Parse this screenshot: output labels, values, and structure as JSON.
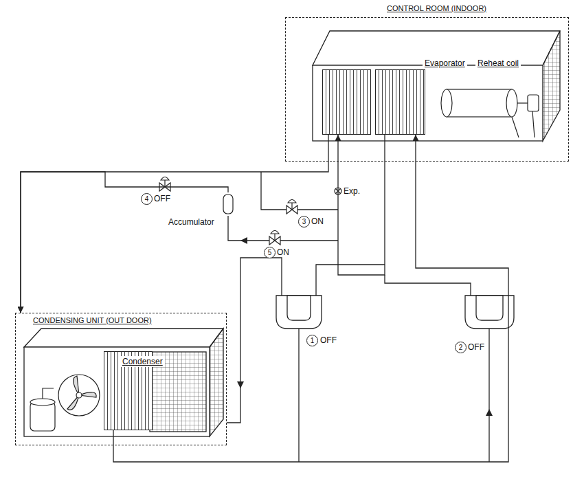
{
  "diagram": {
    "nodes": [
      {
        "text": [
          "CONTROL ROOM (INDOOR)"
        ]
      },
      {
        "text": [
          "Evaporator"
        ],
        "in": 0
      },
      {
        "text": [
          "Reheat coil"
        ],
        "in": 0
      },
      {
        "text": [
          "CONDENSING UNIT (OUT DOOR)"
        ]
      },
      {
        "text": [
          "Condenser"
        ],
        "in": 3
      },
      {
        "text": [
          "Accumulator"
        ]
      }
    ],
    "edges": [
      {
        "from": 4,
        "to": 2,
        "arrow": "to"
      },
      {
        "from": 2,
        "to": 1,
        "arrow": "to"
      },
      {
        "from": 1,
        "to": 3,
        "arrow": "to"
      },
      {
        "from": 5,
        "to": 3,
        "arrow": "to"
      }
    ],
    "labels": [
      "Exp.",
      "1",
      "OFF",
      "2",
      "OFF",
      "3",
      "ON",
      "4",
      "OFF",
      "5",
      "ON"
    ]
  }
}
